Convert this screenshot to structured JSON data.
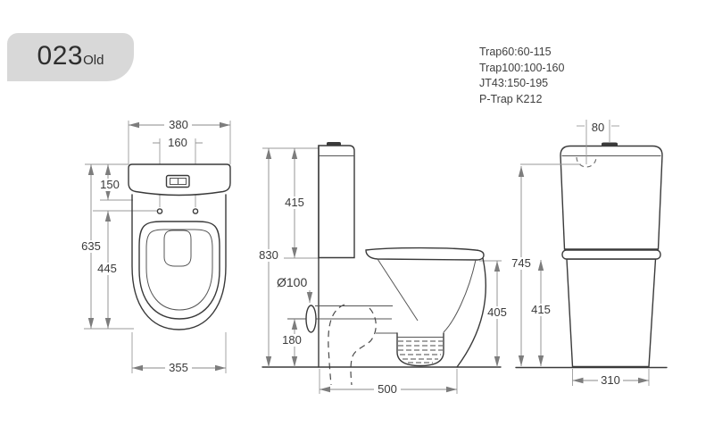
{
  "badge": {
    "model": "023",
    "suffix": "Old"
  },
  "specs": [
    "Trap60:60-115",
    "Trap100:100-160",
    "JT43:150-195",
    "P-Trap K212"
  ],
  "front": {
    "width": "380",
    "button_spacing": "160",
    "tank_height": "150",
    "total_height": "635",
    "rim_height": "445",
    "base_width": "355"
  },
  "side": {
    "tank_height": "415",
    "total_height": "830",
    "outlet_diameter": "Ø100",
    "trap_center_height": "180",
    "rim_height": "405",
    "depth": "500"
  },
  "back": {
    "inlet_offset": "80",
    "total_height": "745",
    "lower_height": "415",
    "base_width": "310"
  },
  "colors": {
    "badge_bg": "#d8d8d8",
    "line": "#3a3a3a",
    "dimension": "#8a8a8a",
    "text": "#3a3a3a"
  }
}
